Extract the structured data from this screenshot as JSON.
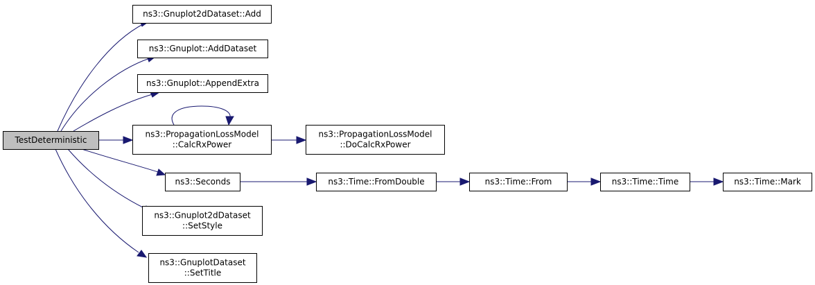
{
  "diagram": {
    "type": "call-graph",
    "nodes": [
      {
        "id": "root",
        "lines": [
          "TestDeterministic"
        ],
        "root": true
      },
      {
        "id": "add",
        "lines": [
          "ns3::Gnuplot2dDataset::Add"
        ]
      },
      {
        "id": "adddataset",
        "lines": [
          "ns3::Gnuplot::AddDataset"
        ]
      },
      {
        "id": "appendextra",
        "lines": [
          "ns3::Gnuplot::AppendExtra"
        ]
      },
      {
        "id": "calcrx",
        "lines": [
          "ns3::PropagationLossModel",
          "::CalcRxPower"
        ]
      },
      {
        "id": "docalcrx",
        "lines": [
          "ns3::PropagationLossModel",
          "::DoCalcRxPower"
        ]
      },
      {
        "id": "seconds",
        "lines": [
          "ns3::Seconds"
        ]
      },
      {
        "id": "fromdouble",
        "lines": [
          "ns3::Time::FromDouble"
        ]
      },
      {
        "id": "from",
        "lines": [
          "ns3::Time::From"
        ]
      },
      {
        "id": "time",
        "lines": [
          "ns3::Time::Time"
        ]
      },
      {
        "id": "mark",
        "lines": [
          "ns3::Time::Mark"
        ]
      },
      {
        "id": "setstyle",
        "lines": [
          "ns3::Gnuplot2dDataset",
          "::SetStyle"
        ]
      },
      {
        "id": "settitle",
        "lines": [
          "ns3::GnuplotDataset",
          "::SetTitle"
        ]
      }
    ],
    "edges": [
      {
        "from": "root",
        "to": "add"
      },
      {
        "from": "root",
        "to": "adddataset"
      },
      {
        "from": "root",
        "to": "appendextra"
      },
      {
        "from": "root",
        "to": "calcrx"
      },
      {
        "from": "root",
        "to": "seconds"
      },
      {
        "from": "root",
        "to": "setstyle"
      },
      {
        "from": "root",
        "to": "settitle"
      },
      {
        "from": "calcrx",
        "to": "calcrx"
      },
      {
        "from": "calcrx",
        "to": "docalcrx"
      },
      {
        "from": "seconds",
        "to": "fromdouble"
      },
      {
        "from": "fromdouble",
        "to": "from"
      },
      {
        "from": "from",
        "to": "time"
      },
      {
        "from": "time",
        "to": "mark"
      }
    ],
    "colors": {
      "edge": "#191970",
      "root_fill": "#bfbfbf",
      "node_fill": "#ffffff",
      "border": "#000000"
    }
  }
}
